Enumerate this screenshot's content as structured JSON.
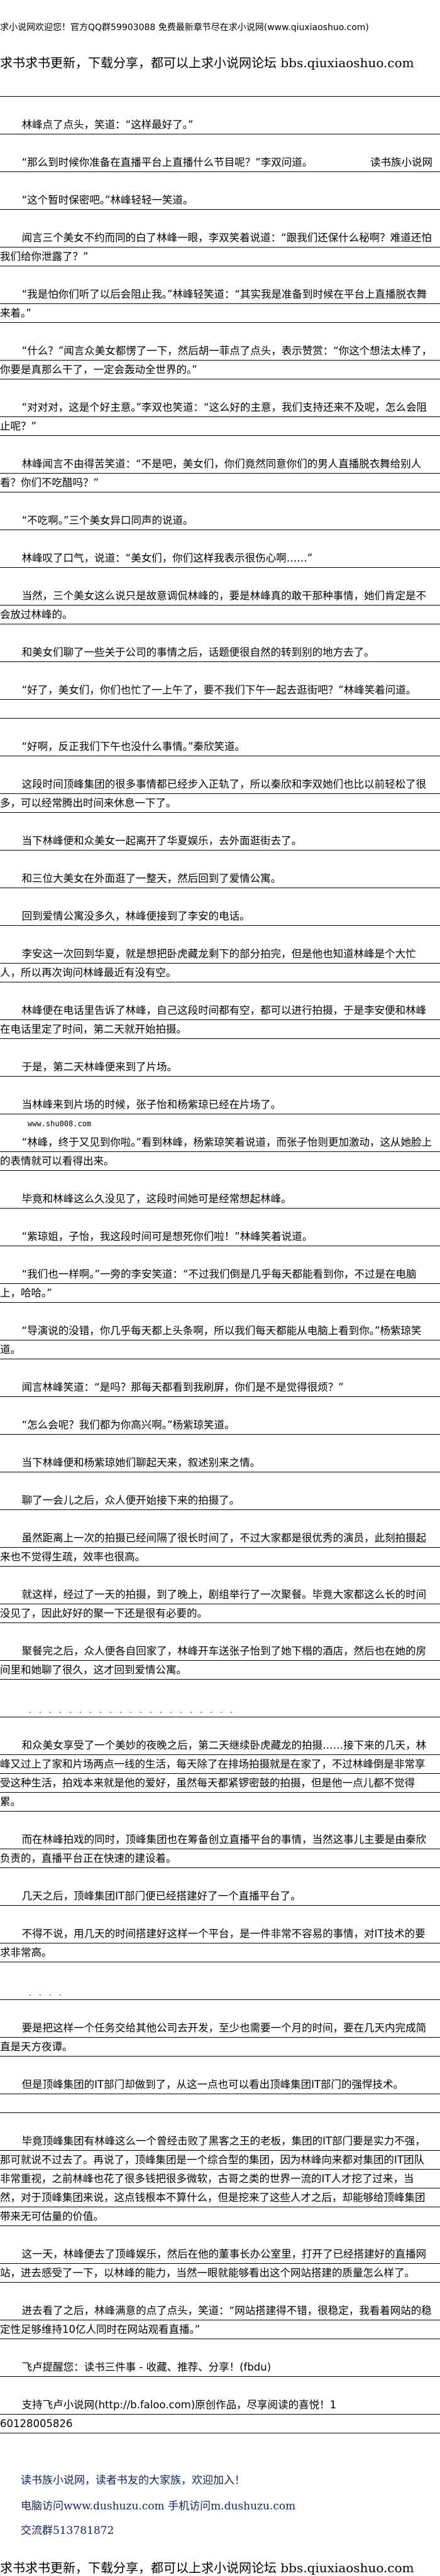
{
  "header": {
    "welcome": "求小说网欢迎您！官方QQ群59903088 免费最新章节尽在求小说网(www.qiuxiaoshuo.com)",
    "forum": "求书求书更新，下载分享，都可以上求小说网论坛 bbs.qiuxiaoshuo.com"
  },
  "side_tag": "读书族小说网",
  "site_note": "www.shu008.com",
  "paragraphs": [
    [
      "林峰点了点头，笑道：“这样最好了。”"
    ],
    [
      "“那么到时候你准备在直播平台上直播什么节目呢？”李双问道。"
    ],
    [
      "“这个暂时保密吧。”林峰轻轻一笑道。"
    ],
    [
      "闻言三个美女不约而同的白了林峰一眼，李双笑着说道：“跟我们还保什么秘啊？难道还怕我们给你泄露了？”"
    ],
    [
      "“我是怕你们听了以后会阻止我。”林峰轻笑道：“其实我是准备到时候在平台上直播脱衣舞来着。”"
    ],
    [
      "“什么？”闻言众美女都愣了一下，然后胡一菲点了点头，表示赞赏：“你这个想法太棒了，你要是真那么干了，一定会轰动全世界的。”"
    ],
    [
      "“对对对，这是个好主意。”李双也笑道：“这么好的主意，我们支持还来不及呢，怎么会阻止呢？”"
    ],
    [
      "林峰闻言不由得苦笑道：“不是吧，美女们，你们竟然同意你们的男人直播脱衣舞给别人看？你们不吃醋吗？”"
    ],
    [
      "“不吃啊。”三个美女异口同声的说道。"
    ],
    [
      "林峰叹了口气，说道：“美女们，你们这样我表示很伤心啊……”"
    ],
    [
      "当然，三个美女这么说只是故意调侃林峰的，要是林峰真的敢干那种事情，她们肯定是不会放过林峰的。"
    ],
    [
      "和美女们聊了一些关于公司的事情之后，话题便很自然的转到别的地方去了。"
    ],
    [
      "“好了，美女们，你们也忙了一上午了，要不我们下午一起去逛街吧？”林峰笑着问道。",
      ""
    ],
    [
      "“好啊，反正我们下午也没什么事情。”秦欣笑道。"
    ],
    [
      "这段时间顶峰集团的很多事情都已经步入正轨了，所以秦欣和李双她们也比以前轻松了很多，可以经常腾出时间来休息一下了。"
    ],
    [
      "当下林峰便和众美女一起离开了华夏娱乐，去外面逛街去了。"
    ],
    [
      "和三位大美女在外面逛了一整天，然后回到了爱情公寓。"
    ],
    [
      "回到爱情公寓没多久，林峰便接到了李安的电话。"
    ],
    [
      "李安这一次回到华夏，就是想把卧虎藏龙剩下的部分拍完，但是他也知道林峰是个大忙人，所以再次询问林峰最近有没有空。"
    ],
    [
      "林峰便在电话里告诉了林峰，自己这段时间都有空，都可以进行拍摄，于是李安便和林峰在电话里定了时间，第二天就开始拍摄。"
    ],
    [
      "于是，第二天林峰便来到了片场。"
    ],
    [
      "当林峰来到片场的时候，张子怡和杨紫琼已经在片场了。"
    ],
    [
      "“林峰，终于又见到你啦。”看到林峰，杨紫琼笑着说道，而张子怡则更加激动，这从她脸上的表情就可以看得出来。"
    ],
    [
      "毕竟和林峰这么久没见了，这段时间她可是经常想起林峰。"
    ],
    [
      "“紫琼姐，子怡，我这段时间可是想死你们啦！”林峰笑着说道。"
    ],
    [
      "“我们也一样啊。”一旁的李安笑道：“不过我们倒是几乎每天都能看到你，不过是在电脑上，哈哈。”"
    ],
    [
      "“导演说的没错，你几乎每天都上头条啊，所以我们每天都能从电脑上看到你。”杨紫琼笑道。"
    ],
    [
      "闻言林峰笑道：“是吗？那每天都看到我刷屏，你们是不是觉得很烦？”"
    ],
    [
      "“怎么会呢？我们都为你高兴啊。”杨紫琼笑道。"
    ],
    [
      "当下林峰便和杨紫琼她们聊起天来，叙述别来之情。"
    ],
    [
      "聊了一会儿之后，众人便开始接下来的拍摄了。"
    ],
    [
      "虽然距离上一次的拍摄已经间隔了很长时间了，不过大家都是很优秀的演员，此刻拍摄起来也不觉得生疏，效率也很高。"
    ],
    [
      "就这样，经过了一天的拍摄，到了晚上，剧组举行了一次聚餐。毕竟大家都这么长的时间没见了，因此好好的聚一下还是很有必要的。"
    ],
    [
      "聚餐完之后，众人便各自回家了，林峰开车送张子怡到了她下榻的酒店，然后也在她的房间里和她聊了很久，这才回到爱情公寓。"
    ],
    null,
    [
      "和众美女享受了一个美妙的夜晚之后，第二天继续卧虎藏龙的拍摄……接下来的几天，林峰又过上了家和片场两点一线的生活，每天除了在排场拍摄就是在家了，不过林峰倒是非常享受这种生活，拍戏本来就是他的爱好，虽然每天都紧锣密鼓的拍摄，但是他一点儿都不觉得累。"
    ],
    [
      "而在林峰拍戏的同时，顶峰集团也在筹备创立直播平台的事情，当然这事儿主要是由秦欣负责的，直播平台正在快速的建设着。"
    ],
    [
      "几天之后，顶峰集团IT部门便已经搭建好了一个直播平台了。"
    ],
    [
      "不得不说，用几天的时间搭建好这样一个平台，是一件非常不容易的事情，对IT技术的要求非常高。"
    ],
    null,
    [
      "要是把这样一个任务交给其他公司去开发，至少也需要一个月的时间，要在几天内完成简直是天方夜谭。"
    ],
    [
      "但是顶峰集团的IT部门却做到了，从这一点也可以看出顶峰集团IT部门的强悍技术。",
      ""
    ],
    [
      "毕竟顶峰集团有林峰这么一个曾经击败了黑客之王的老板，集团的IT部门要是实力不强，那可就说不过去了。再说了，顶峰集团是一个综合型的集团，因为林峰向来都对集团的IT团队非常重视，之前林峰也花了很多钱把很多微软，古哥之类的世界一流的IT人才挖了过来，当然，对于顶峰集团来说，这点钱根本不算什么，但是挖来了这些人才之后，却能够给顶峰集团带来无可估量的价值。"
    ],
    [
      "这一天，林峰便去了顶峰娱乐，然后在他的董事长办公室里，打开了已经搭建好的直播网站，进去感受了一下，以林峰的能力，当然一眼就能够看出这个网站搭建的质量怎么样了。"
    ],
    [
      "进去看了之后，林峰满意的点了点头，笑道：“网站搭建得不错，很稳定，我看着网站的稳定性足够维持10亿人同时在网站观看直播。”"
    ],
    [
      "飞卢提醒您：读书三件事 - 收藏、推荐、分享！(fbdu)"
    ],
    [
      "支持飞卢小说网(http://b.faloo.com)原创作品，尽享阅读的喜悦！1",
      "60128005826"
    ]
  ],
  "footer": {
    "slogan": "读书族小说网，读者书友的大家族，欢迎加入！",
    "visit": "电脑访问www.dushuzu.com 手机访问m.dushuzu.com",
    "group": "交流群513781872",
    "forum": "求书求书更新，下载分享，都可以上求小说网论坛 bbs.qiuxiaoshuo.com"
  },
  "colors": {
    "text": "#000000",
    "footer_text": "#13215a"
  }
}
